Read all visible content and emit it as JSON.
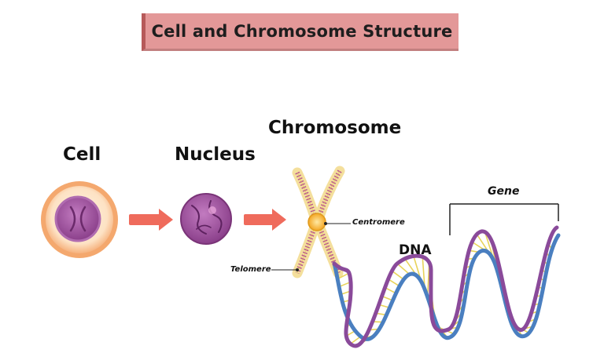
{
  "title": "Cell and Chromosome Structure",
  "labels": {
    "cell": "Cell",
    "nucleus": "Nucleus",
    "chromosome": "Chromosome",
    "centromere": "Centromere",
    "telomere": "Telomere",
    "dna": "DNA",
    "gene": "Gene"
  },
  "colors": {
    "banner": "#e39898",
    "arrow": "#ef6b5c",
    "cell_outer": "#f6b27e",
    "cell_inner": "#fde9d2",
    "nucleus": "#9c4a9b",
    "chromosome_fill": "#f4df9c",
    "chromosome_stripe": "#b9568f",
    "centromere": "#f7b43b",
    "dna_strand_purple": "#8a4a9a",
    "dna_strand_blue": "#4a7fc0",
    "dna_rungs": "#e8d35a"
  }
}
